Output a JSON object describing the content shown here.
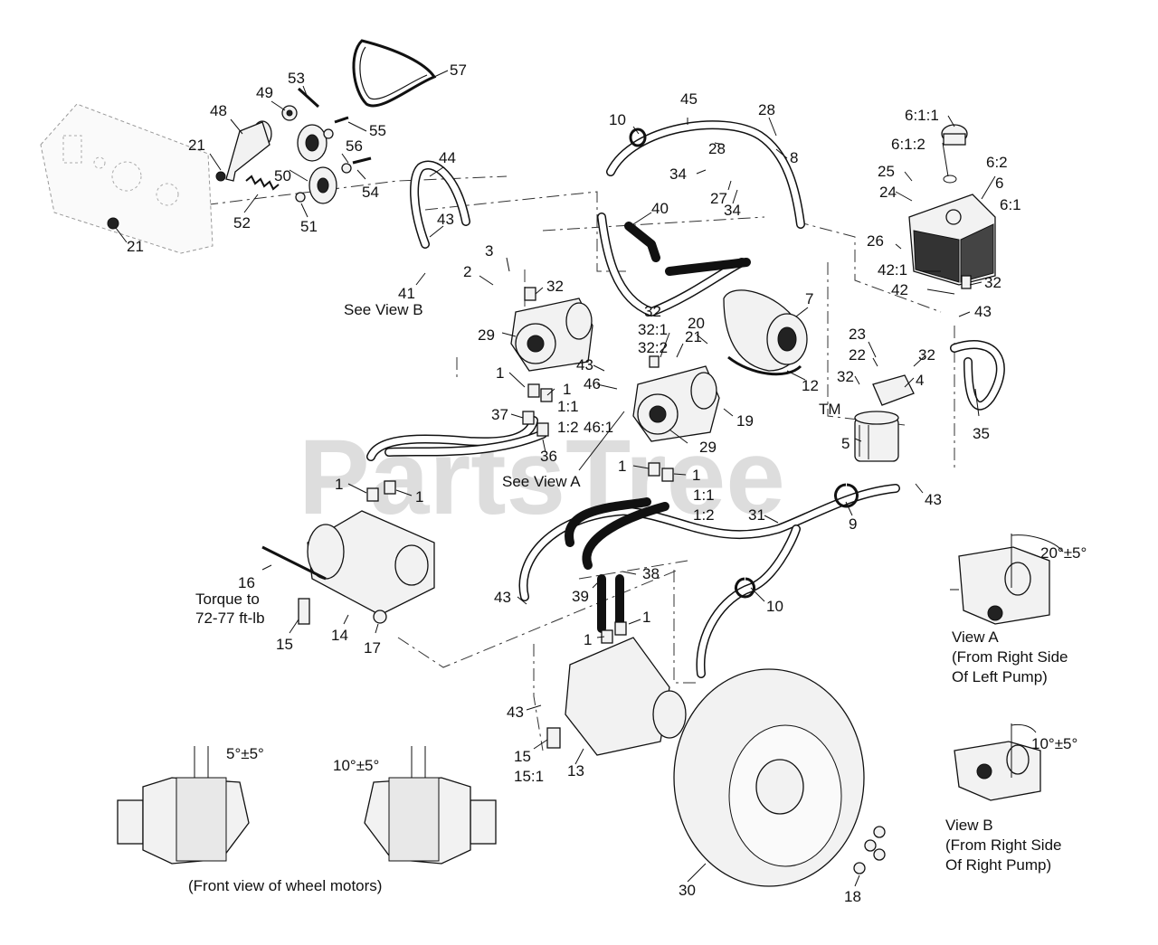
{
  "watermark": "PartsTree",
  "watermark_tm": "TM",
  "callouts": {
    "c57": "57",
    "c53": "53",
    "c49": "49",
    "c48": "48",
    "c21a": "21",
    "c55": "55",
    "c56": "56",
    "c50": "50",
    "c54": "54",
    "c52": "52",
    "c51": "51",
    "c21b": "21",
    "c10a": "10",
    "c45": "45",
    "c28a": "28",
    "c28b": "28",
    "c8": "8",
    "c34a": "34",
    "c27": "27",
    "c34b": "34",
    "c44": "44",
    "c43a": "43",
    "c40": "40",
    "c3": "3",
    "c2": "2",
    "c32a": "32",
    "c41": "41",
    "see_view_b": "See View B",
    "c29a": "29",
    "c1a": "1",
    "c1b": "1",
    "c43b": "43",
    "c37": "37",
    "c36": "36",
    "see_view_a": "See View A",
    "c32b": "32",
    "c32_1": "32:1",
    "c32_2": "32:2",
    "c21c": "21",
    "c20": "20",
    "c7": "7",
    "c12": "12",
    "c46": "46",
    "c1_1a": "1:1",
    "c1_2a": "1:2",
    "c46_1": "46:1",
    "c29b": "29",
    "c19": "19",
    "c1c": "1",
    "c1d": "1",
    "c1_1b": "1:1",
    "c1_2b": "1:2",
    "c6_1_1": "6:1:1",
    "c6_1_2": "6:1:2",
    "c25": "25",
    "c6_2": "6:2",
    "c24": "24",
    "c6": "6",
    "c6_1": "6:1",
    "c26": "26",
    "c42_1": "42:1",
    "c42": "42",
    "c32c": "32",
    "c43c": "43",
    "c23": "23",
    "c22": "22",
    "c32d": "32",
    "c32e": "32",
    "c4": "4",
    "c5": "5",
    "c35": "35",
    "c1e": "1",
    "c1f": "1",
    "c43d": "43",
    "c9": "9",
    "c31": "31",
    "c16": "16",
    "torque1": "Torque to",
    "torque2": "72-77 ft-lb",
    "c15a": "15",
    "c14": "14",
    "c17": "17",
    "c43e": "43",
    "c39": "39",
    "c38": "38",
    "c10b": "10",
    "c1g": "1",
    "c1h": "1",
    "c43f": "43",
    "c15b": "15",
    "c15_1": "15:1",
    "c13": "13",
    "c30": "30",
    "c18": "18"
  },
  "views": {
    "view_a_angle": "20°±5°",
    "view_a_title": "View A",
    "view_a_line2": "(From Right Side",
    "view_a_line3": "Of Left Pump)",
    "view_b_angle": "10°±5°",
    "view_b_title": "View B",
    "view_b_line2": "(From Right Side",
    "view_b_line3": "Of Right Pump)",
    "front_angle_left": "5°±5°",
    "front_angle_right": "10°±5°",
    "front_caption": "(Front view of wheel motors)"
  }
}
